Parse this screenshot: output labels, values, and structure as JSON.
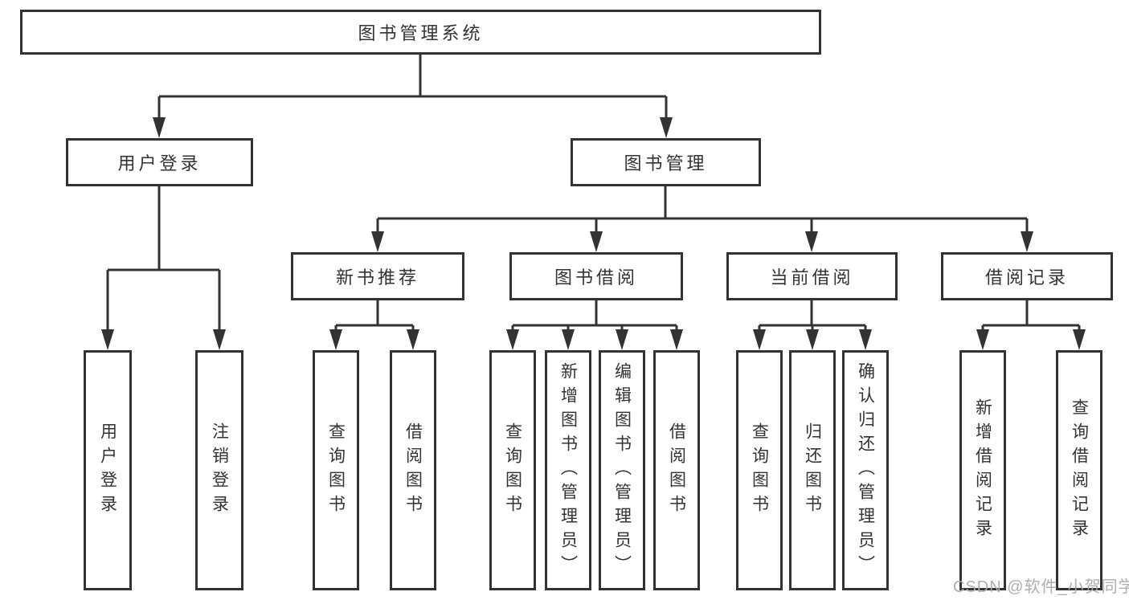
{
  "tree": {
    "label": "图书管理系统",
    "children": [
      {
        "label": "用户登录",
        "children": [
          {
            "label": "用户登录"
          },
          {
            "label": "注销登录"
          }
        ]
      },
      {
        "label": "图书管理",
        "children": [
          {
            "label": "新书推荐",
            "children": [
              {
                "label": "查询图书"
              },
              {
                "label": "借阅图书"
              }
            ]
          },
          {
            "label": "图书借阅",
            "children": [
              {
                "label": "查询图书"
              },
              {
                "label": "新增图书（管理员）"
              },
              {
                "label": "编辑图书（管理员）"
              },
              {
                "label": "借阅图书"
              }
            ]
          },
          {
            "label": "当前借阅",
            "children": [
              {
                "label": "查询图书"
              },
              {
                "label": "归还图书"
              },
              {
                "label": "确认归还（管理员）"
              }
            ]
          },
          {
            "label": "借阅记录",
            "children": [
              {
                "label": "新增借阅记录"
              },
              {
                "label": "查询借阅记录"
              }
            ]
          }
        ]
      }
    ]
  },
  "watermark": "CSDN @软件_小贺同学",
  "colors": {
    "line": "#333333",
    "text": "#333333",
    "watermark": "#aaaaaa",
    "background": "#ffffff"
  }
}
